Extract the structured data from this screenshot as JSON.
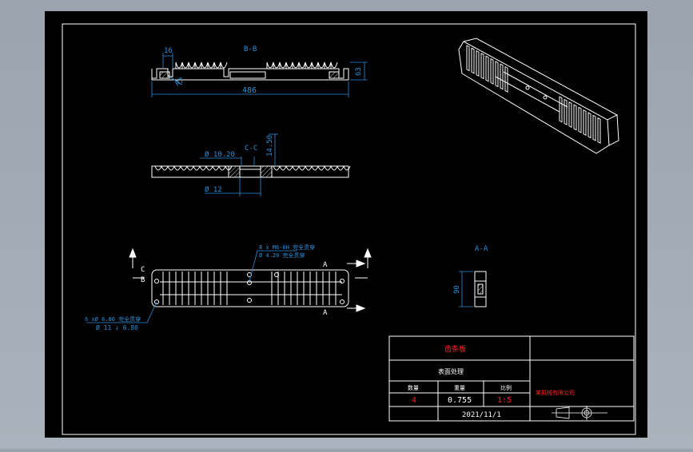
{
  "colors": {
    "background": "#000000",
    "frame": "#ffffff",
    "dimension": "#2f8fd8",
    "hatch": "#c8c8c8",
    "title_red": "#ff2020",
    "outside": "#a0a8b2"
  },
  "views": {
    "section_bb": {
      "label": "B-B",
      "dim_pitch": "16",
      "dim_radius": "R7",
      "dim_length": "486",
      "dim_height": "63"
    },
    "section_cc": {
      "label": "C-C",
      "dim_bore_small": "Ø 10.20",
      "dim_bore_large": "Ø 12",
      "dim_height": "14.50"
    },
    "plan": {
      "cut_c": "C",
      "cut_b": "B",
      "cut_a_top": "A",
      "cut_a_bottom": "A",
      "note_thread": "8 x M6-6H 完全贯穿",
      "note_thread_drill": "Ø 4.20 完全贯穿",
      "note_holes": "6 xØ 6.80 完全贯穿",
      "note_counterbore": "Ø 11 ↓ 6.80"
    },
    "section_aa": {
      "label": "A-A",
      "dim_height": "90"
    }
  },
  "title_block": {
    "part_name": "齿条板",
    "material_label": "表面处理",
    "col_qty": "数量",
    "col_weight": "重量",
    "col_scale": "比例",
    "qty": "4",
    "weight": "0.755",
    "scale": "1:5",
    "company": "某机械有限公司",
    "date": "2021/11/1"
  }
}
